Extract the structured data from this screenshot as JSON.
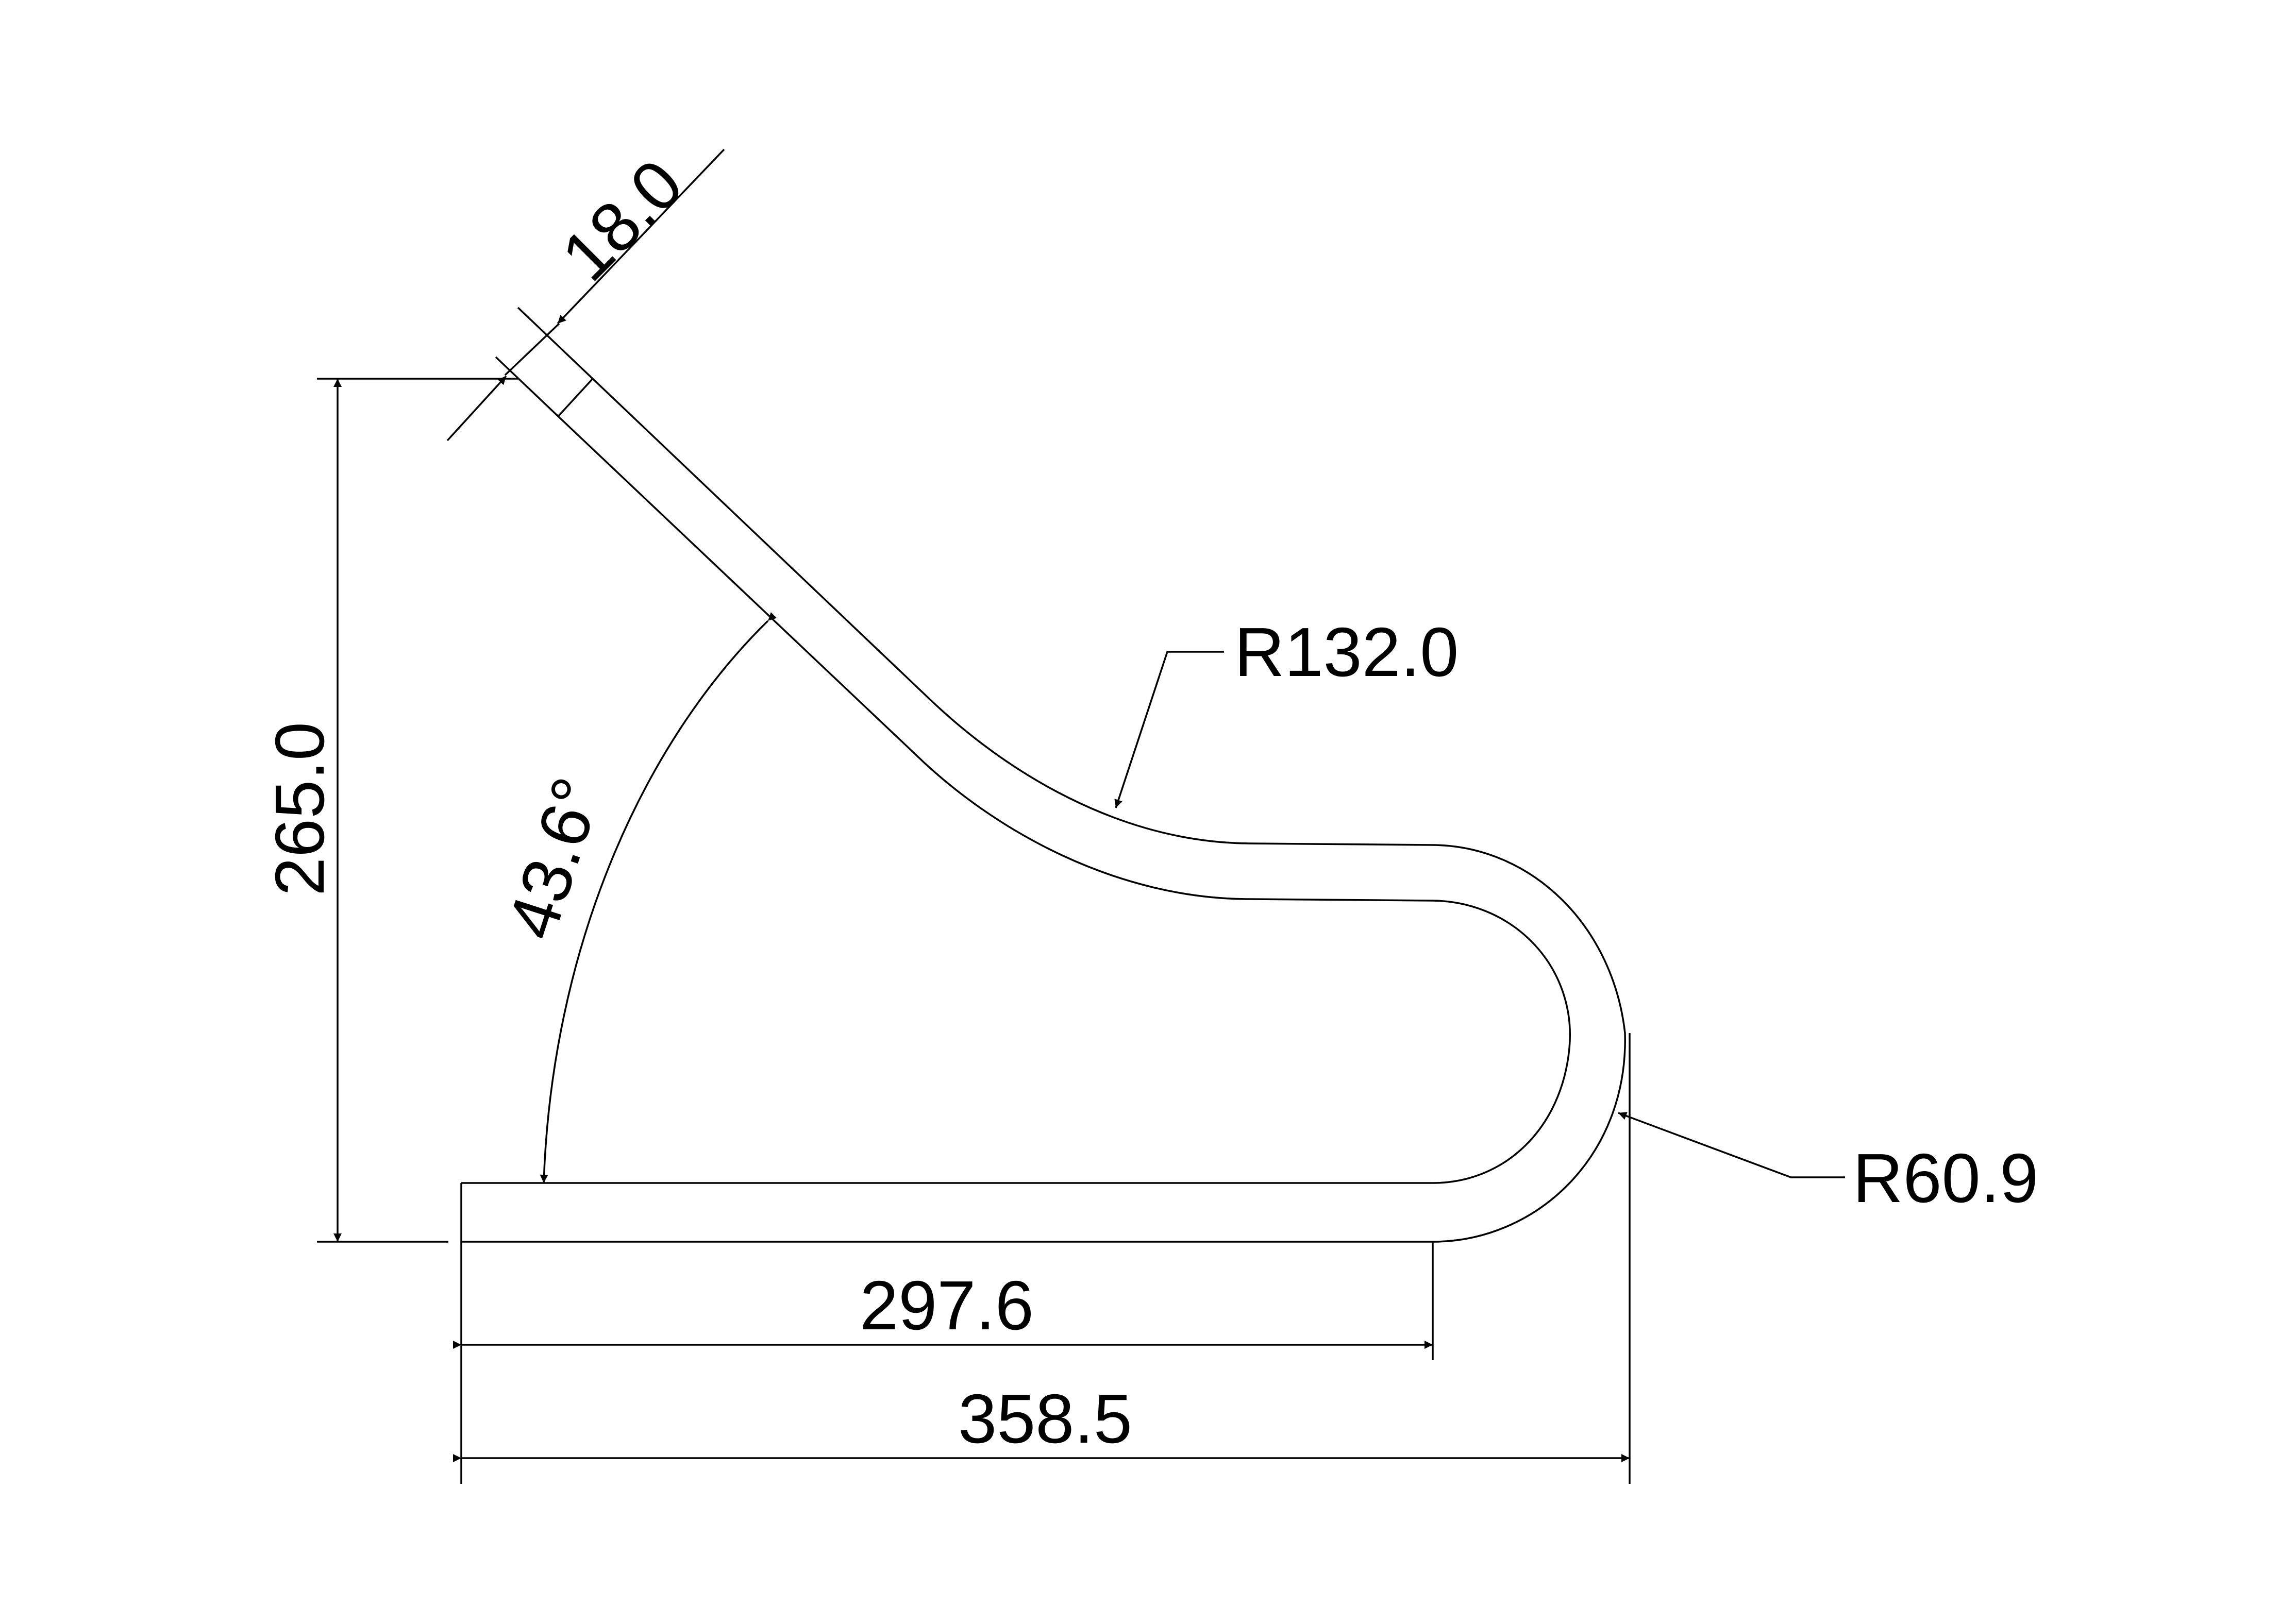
{
  "drawing": {
    "dimensions": {
      "thickness": "18.0",
      "height": "265.0",
      "angle": "43.6°",
      "large_radius": "R132.0",
      "small_radius": "R60.9",
      "inner_length": "297.6",
      "overall_length": "358.5"
    }
  }
}
